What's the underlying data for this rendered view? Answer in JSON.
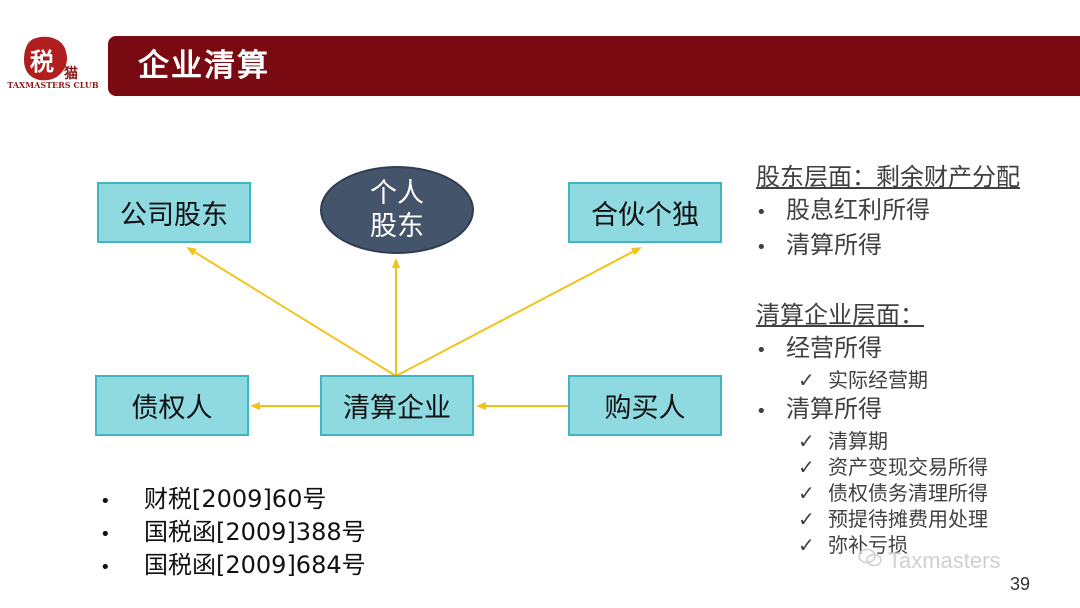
{
  "header": {
    "title": "企业清算",
    "logo_glyph": "税",
    "logo_small": "猫",
    "logo_text": "TAXMASTERS CLUB",
    "bar_color": "#7a0a12"
  },
  "diagram": {
    "nodes": {
      "company_shareholder": "公司股东",
      "individual_line1": "个人",
      "individual_line2": "股东",
      "partnership": "合伙个独",
      "creditor": "债权人",
      "liquidating_enterprise": "清算企业",
      "buyer": "购买人"
    },
    "arrow_color": "#f2c21b"
  },
  "right_panel": {
    "shareholder_heading": "股东层面：剩余财产分配",
    "shareholder_items": [
      "股息红利所得",
      "清算所得"
    ],
    "enterprise_heading": "清算企业层面：",
    "enterprise_items": [
      {
        "label": "经营所得",
        "checks": [
          "实际经营期"
        ]
      },
      {
        "label": "清算所得",
        "checks": [
          "清算期",
          "资产变现交易所得",
          "债权债务清理所得",
          "预提待摊费用处理",
          "弥补亏损"
        ]
      }
    ]
  },
  "references": [
    "财税[2009]60号",
    "国税函[2009]388号",
    "国税函[2009]684号"
  ],
  "watermark": "Taxmasters",
  "page_number": "39"
}
